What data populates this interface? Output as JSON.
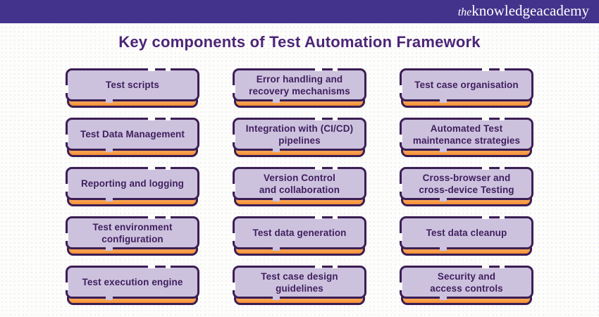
{
  "brand": {
    "logo_prefix": "the",
    "logo_name": "knowledgeacademy"
  },
  "title": "Key components of Test Automation Framework",
  "colors": {
    "header_bg": "#43338c",
    "title_text": "#4c2577",
    "card_fill": "#cdc2de",
    "card_border": "#3b1e54",
    "card_text": "#3f1f5e",
    "accent_orange": "#f78f33",
    "page_bg": "#fdfdfb"
  },
  "cards": [
    {
      "line1": "Test scripts",
      "line2": ""
    },
    {
      "line1": "Error handling and",
      "line2": "recovery mechanisms"
    },
    {
      "line1": "Test case organisation",
      "line2": ""
    },
    {
      "line1": "Test Data Management",
      "line2": ""
    },
    {
      "line1": "Integration with (CI/CD)",
      "line2": "pipelines"
    },
    {
      "line1": "Automated Test",
      "line2": "maintenance strategies"
    },
    {
      "line1": "Reporting and logging",
      "line2": ""
    },
    {
      "line1": "Version Control",
      "line2": "and collaboration"
    },
    {
      "line1": "Cross-browser and",
      "line2": "cross-device Testing"
    },
    {
      "line1": "Test environment",
      "line2": "configuration"
    },
    {
      "line1": "Test data generation",
      "line2": ""
    },
    {
      "line1": "Test data cleanup",
      "line2": ""
    },
    {
      "line1": "Test execution engine",
      "line2": ""
    },
    {
      "line1": "Test case design guidelines",
      "line2": ""
    },
    {
      "line1": "Security and",
      "line2": "access controls"
    }
  ]
}
